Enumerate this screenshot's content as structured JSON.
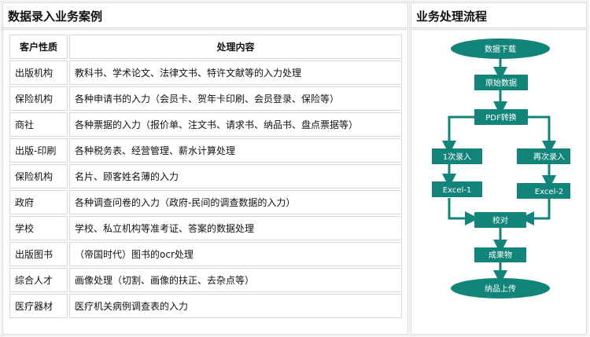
{
  "left": {
    "title": "数据录入业务案例",
    "headers": [
      "客户性质",
      "处理内容"
    ],
    "rows": [
      [
        "出版机构",
        "教科书、学术论文、法律文书、特许文献等的入力处理"
      ],
      [
        "保险机构",
        "各种申请书的入力（会员卡、贺年卡印刷、会员登录、保险等）"
      ],
      [
        "商社",
        "各种票据的入力（报价单、注文书、请求书、纳品书、盘点票据等）"
      ],
      [
        "出版-印刷",
        "各种税务表、经营管理、薪水计算处理"
      ],
      [
        "保险机构",
        "名片、顾客姓名薄的入力"
      ],
      [
        "政府",
        "各种调查问卷的入力（政府-民间的调查数据的入力）"
      ],
      [
        "学校",
        "学校、私立机构等准考证、答案的数据处理"
      ],
      [
        "出版图书",
        "（帝国时代）图书的ocr处理"
      ],
      [
        "综合人才",
        "画像处理（切割、画像的扶正、去杂点等）"
      ],
      [
        "医疗器材",
        "医疗机关病例调查表的入力"
      ]
    ]
  },
  "right": {
    "title": "业务处理流程",
    "nodes": {
      "download": "数据下载",
      "raw": "原始数据",
      "pdf": "PDF转换",
      "first": "1次录入",
      "second": "再次录入",
      "excel1": "Excel-1",
      "excel2": "Excel-2",
      "check": "校对",
      "result": "成果物",
      "upload": "纳品上传"
    },
    "color": "#13847a"
  }
}
